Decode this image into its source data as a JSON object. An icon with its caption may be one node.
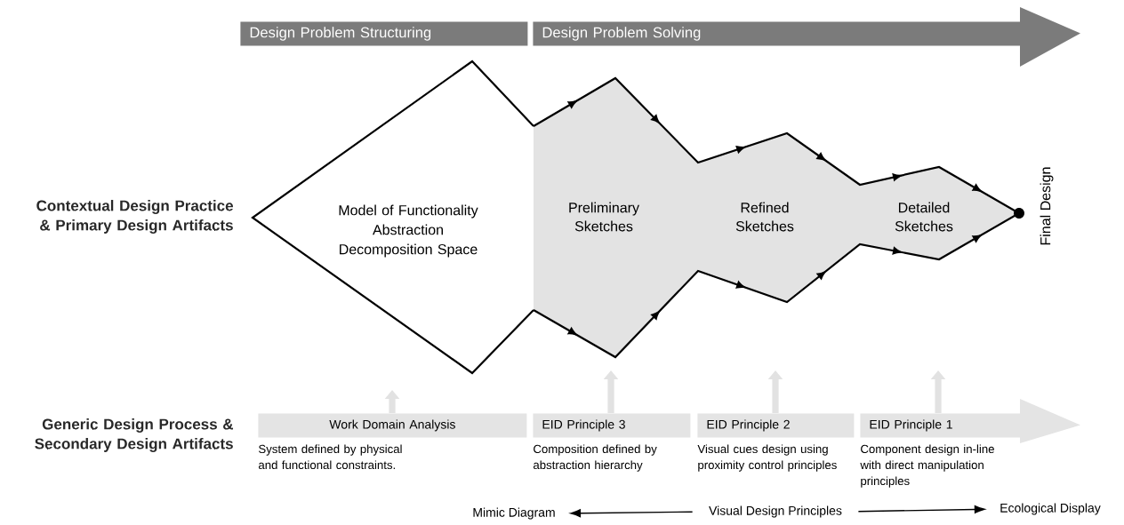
{
  "diagram": {
    "nodes": [
      {
        "text": [
          "Design Problem Structuring"
        ]
      },
      {
        "text": [
          "Design Problem Solving"
        ]
      },
      {
        "text": [
          "Model of Functionality Abstraction Decomposition Space"
        ]
      },
      {
        "text": [
          "Preliminary Sketches"
        ]
      },
      {
        "text": [
          "Refined Sketches"
        ]
      },
      {
        "text": [
          "Detailed Sketches"
        ]
      },
      {
        "text": [],
        "shape": "circle",
        "beside": [
          "Final Design"
        ]
      },
      {
        "text": [
          "Work Domain Analysis"
        ],
        "beside": [
          "System defined by physical and functional constraints."
        ]
      },
      {
        "text": [
          "EID Principle 3"
        ],
        "beside": [
          "Composition defined by abstraction hierarchy"
        ]
      },
      {
        "text": [
          "EID Principle 2"
        ],
        "beside": [
          "Visual cues design using proximity control principles"
        ]
      },
      {
        "text": [
          "EID Principle 1"
        ],
        "beside": [
          "Component design in-line with direct manipulation principles"
        ]
      },
      {
        "text": [
          "Mimic Diagram"
        ]
      },
      {
        "text": [
          "Visual Design Principles"
        ]
      },
      {
        "text": [
          "Ecological Display"
        ]
      }
    ],
    "edges": [
      {
        "from": 7,
        "to": null,
        "arrow": "to"
      },
      {
        "from": 8,
        "to": null,
        "arrow": "to"
      },
      {
        "from": 9,
        "to": null,
        "arrow": "to"
      },
      {
        "from": 10,
        "to": null,
        "arrow": "to"
      },
      {
        "from": 12,
        "to": 11,
        "arrow": "to",
        "color": "#000000"
      },
      {
        "from": 12,
        "to": 13,
        "arrow": "to",
        "color": "#000000"
      }
    ],
    "labels": [
      "Contextual Design Practice & Primary Design Artifacts",
      "Generic Design Process & Secondary Design Artifacts"
    ]
  }
}
